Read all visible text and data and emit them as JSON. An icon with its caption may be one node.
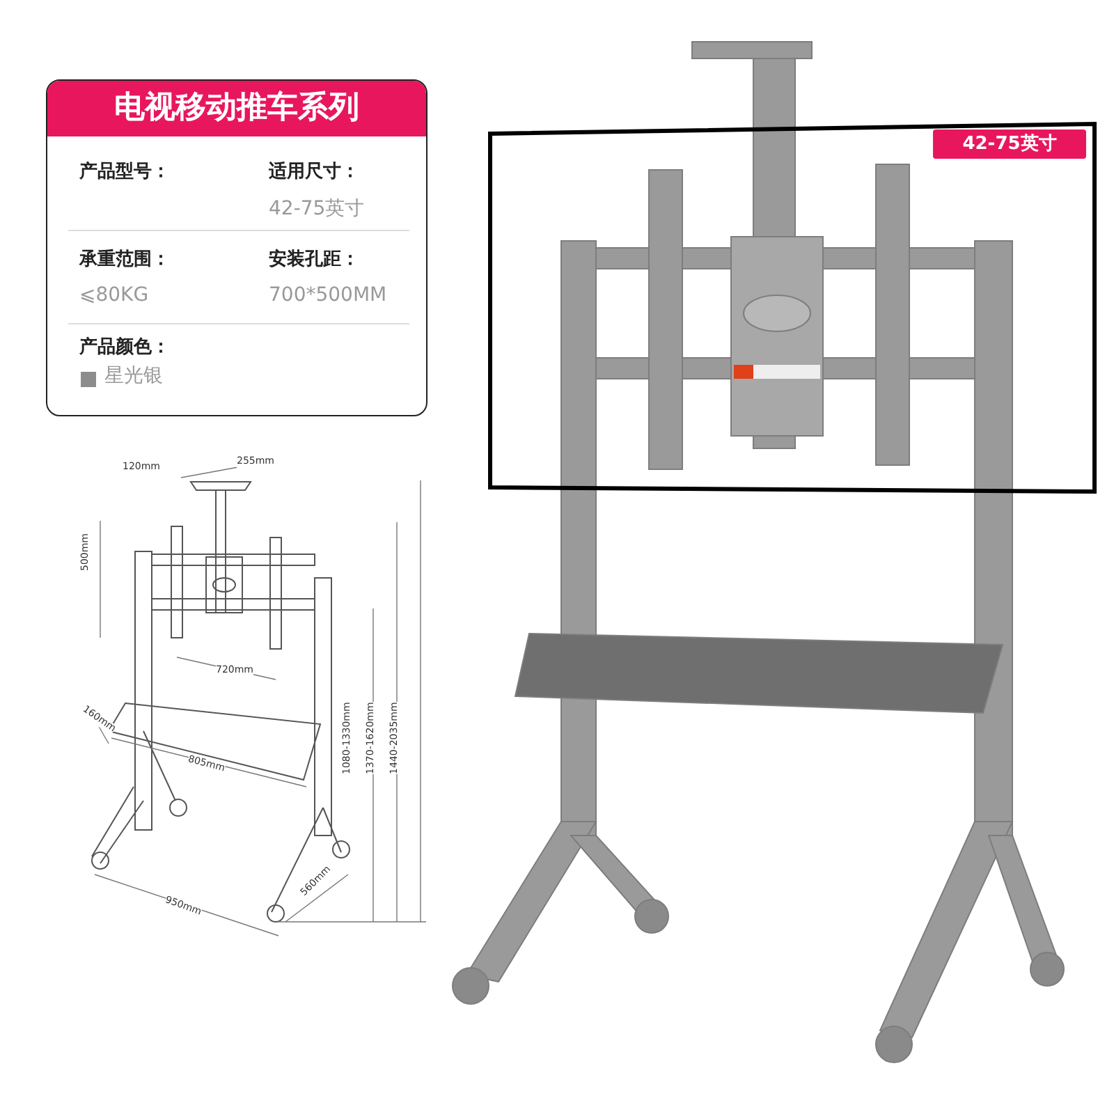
{
  "diagram": {
    "nodes": [
      {
        "text": [
          "电视移动推车系列"
        ]
      },
      {
        "text": [
          "42-75英寸"
        ]
      }
    ],
    "labels": [
      "产品型号：",
      "适用尺寸：",
      "42-75英寸",
      "承重范围：",
      "安装孔距：",
      "⩽80KG",
      "700*500MM",
      "产品颜色：",
      "120mm",
      "255mm",
      "500mm",
      "720mm",
      "160mm",
      "805mm",
      "950mm",
      "560mm",
      "1080-1330mm",
      "1370-1620mm",
      "1440-2035mm"
    ],
    "legend": [
      {
        "text": "星光银",
        "color": "#8c8c8c"
      }
    ]
  }
}
